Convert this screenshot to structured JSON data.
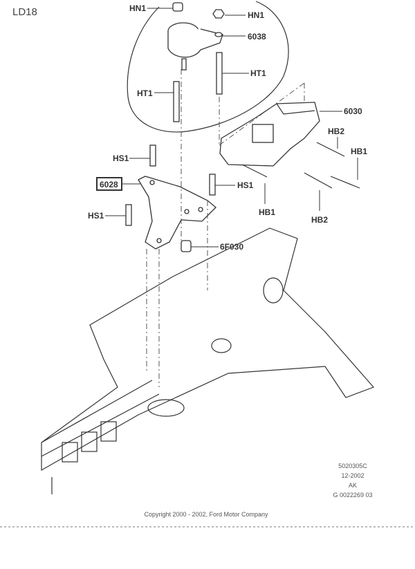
{
  "page_id": "LD18",
  "callouts": {
    "hn1_left": "HN1",
    "hn1_right": "HN1",
    "p6038": "6038",
    "ht1_right": "HT1",
    "ht1_left": "HT1",
    "p6030": "6030",
    "hb2_top": "HB2",
    "hb1_right": "HB1",
    "hs1_top": "HS1",
    "p6028": "6028",
    "hs1_mid": "HS1",
    "hs1_left": "HS1",
    "hb1_bottom": "HB1",
    "hb2_bottom": "HB2",
    "p6f030": "6F030"
  },
  "doc_info": {
    "code": "5020305C",
    "date": "12-2002",
    "initials": "AK",
    "ref": "G 0022269 03"
  },
  "copyright": "Copyright 2000 - 2002, Ford Motor Company"
}
